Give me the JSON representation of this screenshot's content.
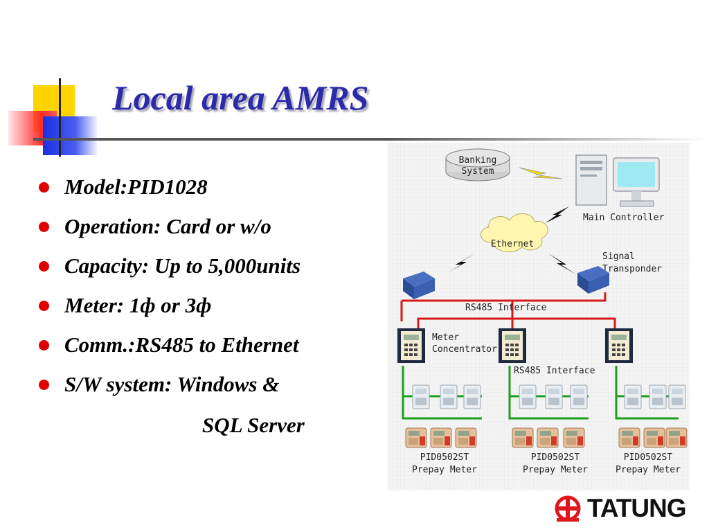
{
  "slide": {
    "title": "Local area AMRS",
    "bullets": [
      "Model:PID1028",
      "Operation: Card or w/o",
      "Capacity: Up to 5,000units",
      "Meter: 1ф or 3ф",
      "Comm.:RS485 to Ethernet",
      "S/W system: Windows &"
    ],
    "bullet_continuation": "SQL Server"
  },
  "diagram": {
    "banking_line1": "Banking",
    "banking_line2": "System",
    "main_controller": "Main Controller",
    "ethernet": "Ethernet",
    "signal_line1": "Signal",
    "signal_line2": "Transponder",
    "rs485_top": "RS485 Interface",
    "meter_line1": "Meter",
    "meter_line2": "Concentrator",
    "rs485_mid": "RS485 Interface",
    "prepay_groups": [
      {
        "model": "PID0502ST",
        "label": "Prepay Meter"
      },
      {
        "model": "PID0502ST",
        "label": "Prepay Meter"
      },
      {
        "model": "PID0502ST",
        "label": "Prepay Meter"
      }
    ]
  },
  "logo": {
    "text": "TATUNG"
  },
  "colors": {
    "title": "#2b2aa8",
    "bullet": "#e00000",
    "red_wire": "#d81818",
    "green_wire": "#1aa01a",
    "logo_red": "#e0161e"
  }
}
